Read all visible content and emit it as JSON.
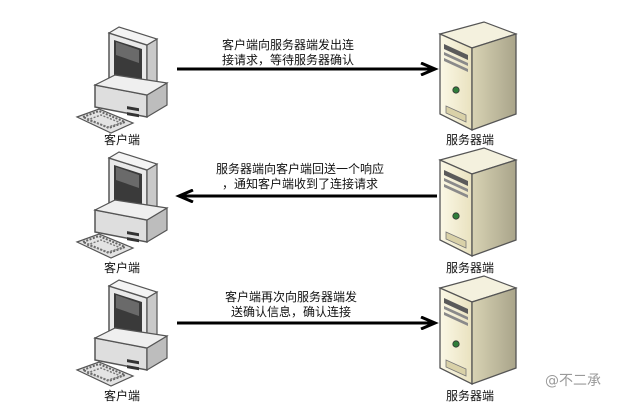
{
  "steps": [
    {
      "direction": "client-to-server",
      "message_lines": [
        "客户端向服务器端发出连",
        "接请求，等待服务器确认"
      ],
      "client_label": "客户端",
      "server_label": "服务器端"
    },
    {
      "direction": "server-to-client",
      "message_lines": [
        "服务器端向客户端回送一个响应",
        "，通知客户端收到了连接请求"
      ],
      "client_label": "客户端",
      "server_label": "服务器端"
    },
    {
      "direction": "client-to-server",
      "message_lines": [
        "客户端再次向服务器端发",
        "送确认信息，确认连接"
      ],
      "client_label": "客户端",
      "server_label": "服务器端"
    }
  ],
  "watermark": "@不二承",
  "icons": {
    "client": "desktop-computer-icon",
    "server": "server-tower-icon"
  }
}
